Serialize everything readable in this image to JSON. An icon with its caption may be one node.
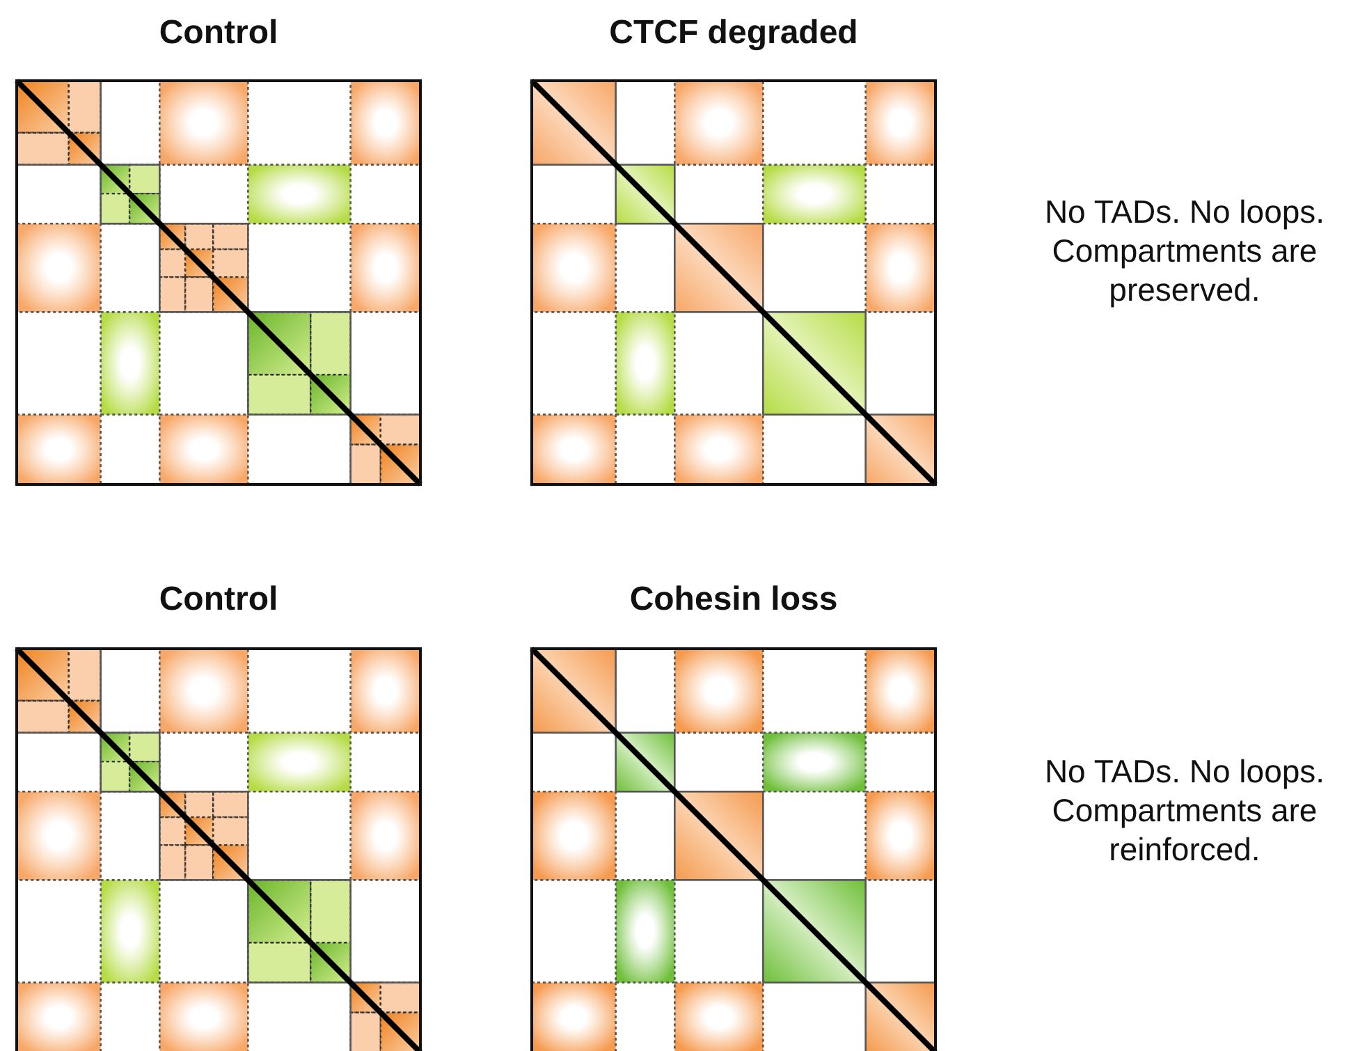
{
  "diagram": {
    "labels": [
      "Control",
      "CTCF degraded",
      "No TADs. No loops. Compartments are preserved.",
      "Control",
      "Cohesin loss",
      "No TADs. No loops. Compartments are reinforced."
    ]
  }
}
